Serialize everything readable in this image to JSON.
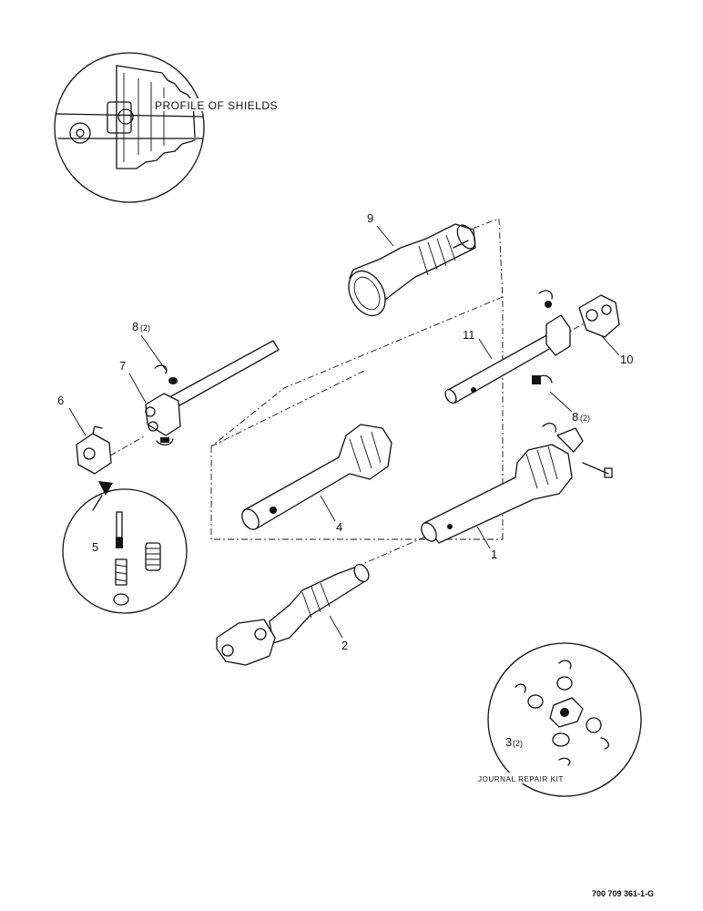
{
  "diagram": {
    "inset_caption": "PROFILE OF SHIELDS",
    "kit_caption": "JOURNAL REPAIR KIT",
    "drawing_code": "700 709 361-1-G",
    "callouts": {
      "c1": "1",
      "c2": "2",
      "c3": "3",
      "c3_qty": "(2)",
      "c4": "4",
      "c5": "5",
      "c6": "6",
      "c7": "7",
      "c8a": "8",
      "c8a_qty": "(2)",
      "c8b": "8",
      "c8b_qty": "(2)",
      "c9": "9",
      "c10": "10",
      "c11": "11"
    }
  }
}
